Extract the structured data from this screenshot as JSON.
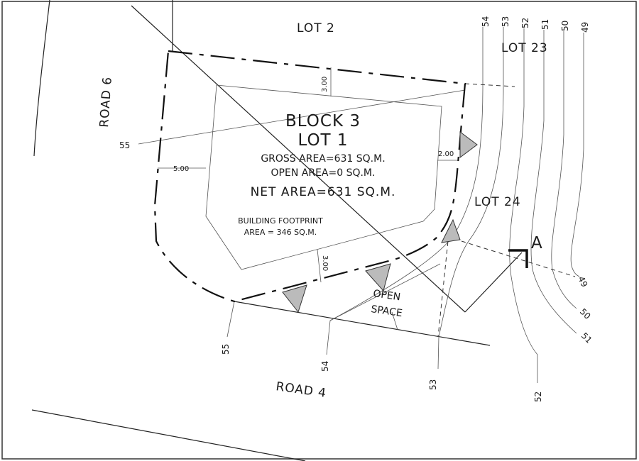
{
  "plan": {
    "lots": {
      "lot2": "LOT 2",
      "lot23": "LOT 23",
      "lot24": "LOT 24"
    },
    "roads": {
      "road6": "ROAD 6",
      "road4": "ROAD 4"
    },
    "block": {
      "title": "BLOCK 3",
      "lot": "LOT 1",
      "gross_area": "GROSS AREA=631 SQ.M.",
      "open_area": "OPEN AREA=0 SQ.M.",
      "net_area": "NET AREA=631 SQ.M."
    },
    "footprint": {
      "label": "BUILDING FOOTPRINT",
      "area": "AREA = 346 SQ.M."
    },
    "open_space": {
      "line1": "OPEN",
      "line2": "SPACE"
    },
    "setbacks": {
      "top": "3.00",
      "left": "5.00",
      "right": "2.00",
      "bottom": "3.00"
    },
    "section_marker": "A",
    "contours": {
      "top": [
        "54",
        "53",
        "52",
        "51",
        "50",
        "49"
      ],
      "right": [
        "49",
        "50",
        "51",
        "52"
      ],
      "left": "55",
      "bottom": [
        "55",
        "54",
        "53"
      ]
    }
  }
}
